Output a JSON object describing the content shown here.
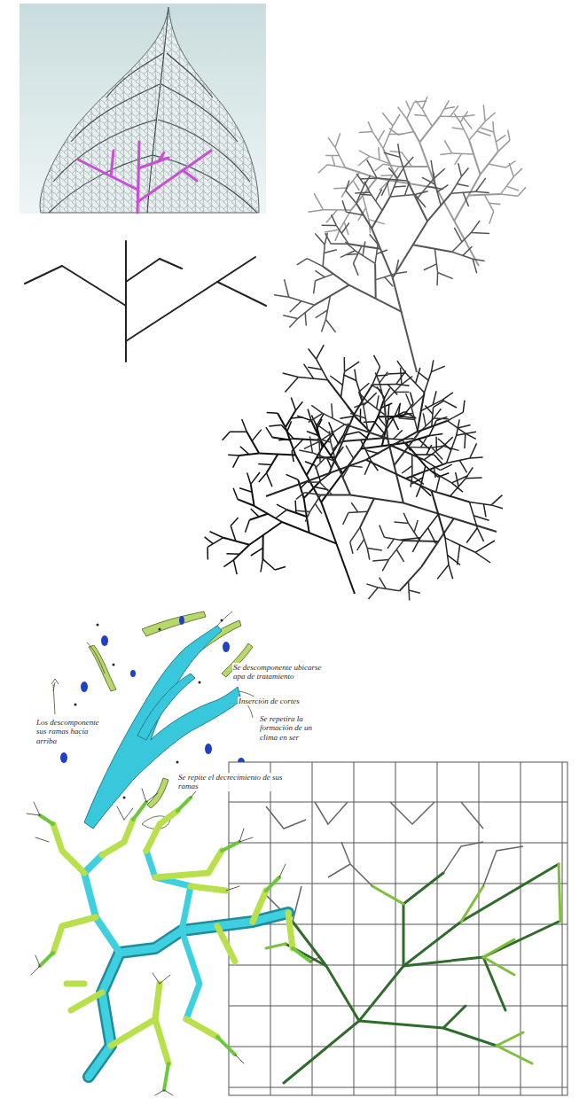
{
  "diagram": {
    "labels": [
      "Los descomponente sus ramas hacia arriba",
      "Se descomponente ubicarse apa de tratamiento",
      "Inserción de cortes",
      "Se repetira la formación de un clima en ser",
      "Se repite el decrecimiento de sus ramas"
    ]
  }
}
